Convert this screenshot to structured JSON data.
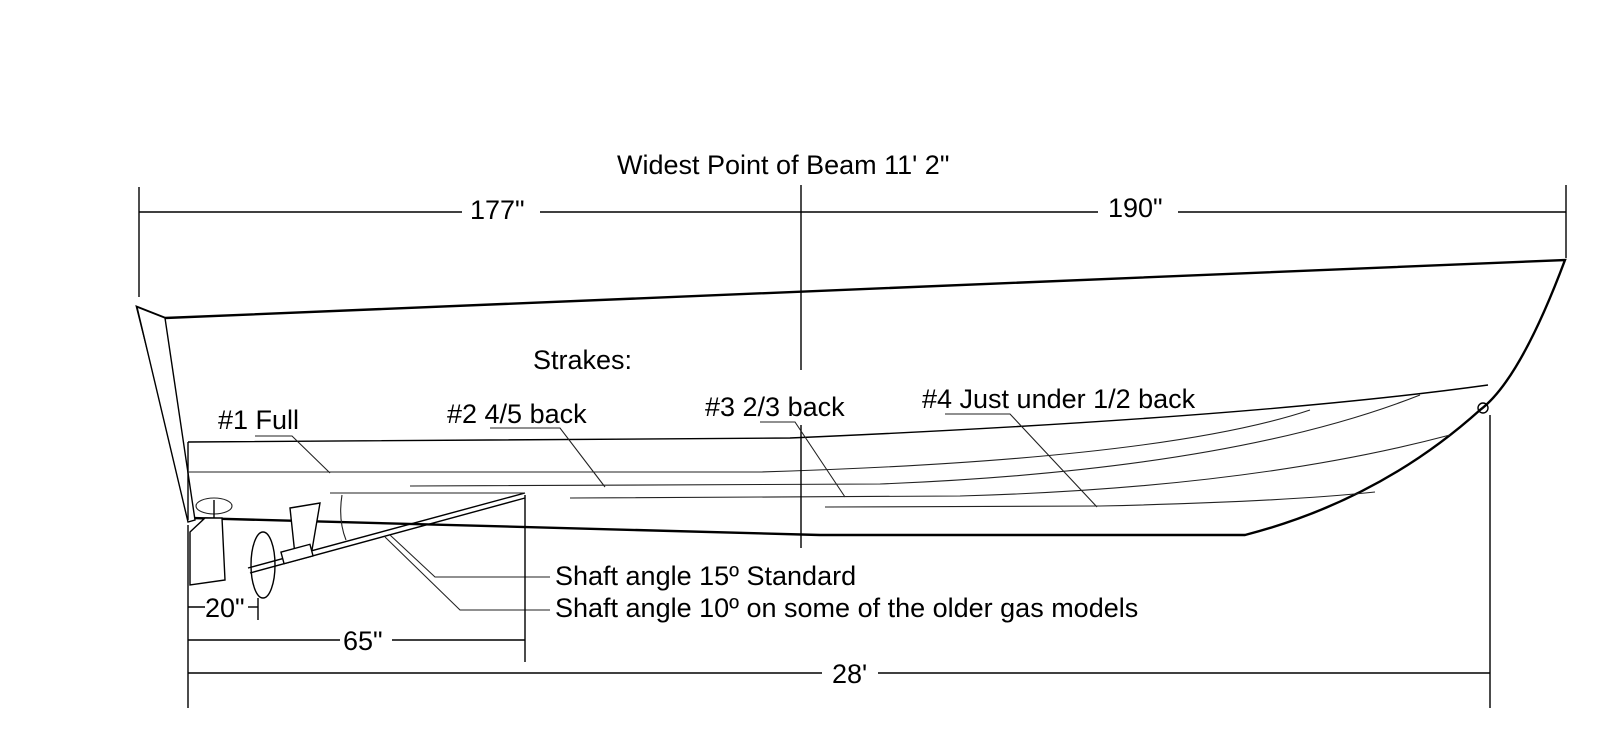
{
  "diagram": {
    "beam_label": "Widest Point of Beam 11' 2\"",
    "dim_aft": "177\"",
    "dim_fwd": "190\"",
    "strakes_heading": "Strakes:",
    "strakes": [
      "#1 Full",
      "#2 4/5 back",
      "#3 2/3 back",
      "#4 Just under 1/2 back"
    ],
    "shaft_std": "Shaft angle 15º Standard",
    "shaft_old": "Shaft angle 10º on some of the older gas models",
    "dim_20": "20\"",
    "dim_65": "65\"",
    "dim_28": "28'"
  }
}
